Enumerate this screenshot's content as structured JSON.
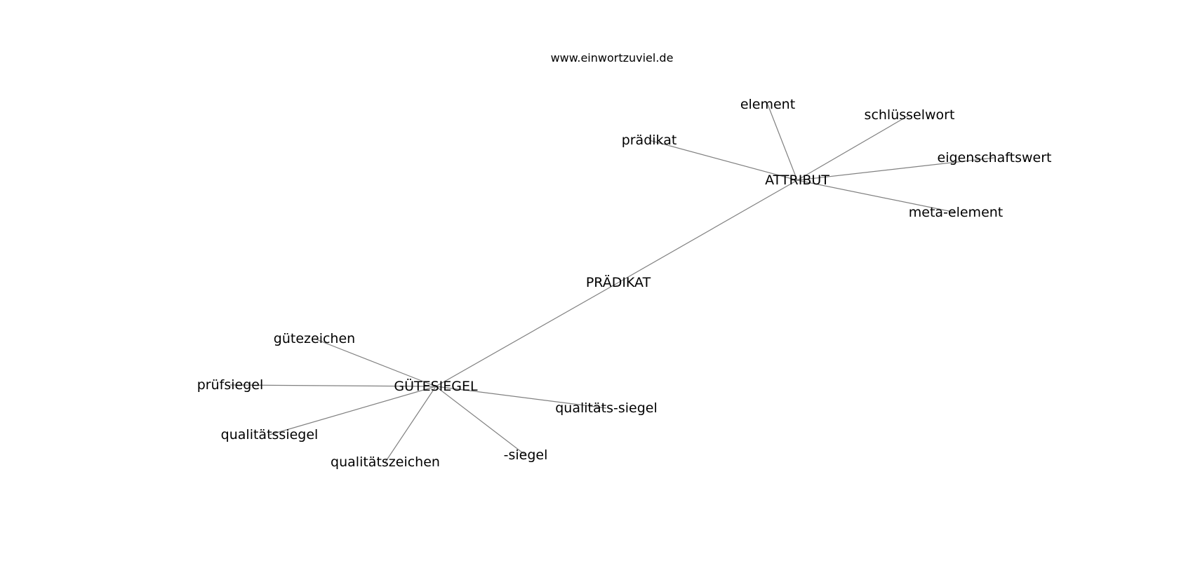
{
  "site": "www.einwortzuviel.de",
  "nodes": {
    "praedikat_center": "PRÄDIKAT",
    "attribut": "ATTRIBUT",
    "guetesiegel": "GÜTESIEGEL",
    "element": "element",
    "schluesselwort": "schlüsselwort",
    "praedikat_small": "prädikat",
    "eigenschaftswert": "eigenschaftswert",
    "meta_element": "meta-element",
    "guetezeichen": "gütezeichen",
    "pruefsiegel": "prüfsiegel",
    "qualitaetssiegel": "qualitätssiegel",
    "qualitaetszeichen": "qualitätszeichen",
    "siegel": "-siegel",
    "qualitaets_siegel": "qualitäts-siegel"
  },
  "edges": [
    [
      "attribut",
      "praedikat_center"
    ],
    [
      "praedikat_center",
      "guetesiegel"
    ],
    [
      "attribut",
      "element"
    ],
    [
      "attribut",
      "schluesselwort"
    ],
    [
      "attribut",
      "praedikat_small"
    ],
    [
      "attribut",
      "eigenschaftswert"
    ],
    [
      "attribut",
      "meta_element"
    ],
    [
      "guetesiegel",
      "guetezeichen"
    ],
    [
      "guetesiegel",
      "pruefsiegel"
    ],
    [
      "guetesiegel",
      "qualitaetssiegel"
    ],
    [
      "guetesiegel",
      "qualitaetszeichen"
    ],
    [
      "guetesiegel",
      "siegel"
    ],
    [
      "guetesiegel",
      "qualitaets_siegel"
    ]
  ]
}
